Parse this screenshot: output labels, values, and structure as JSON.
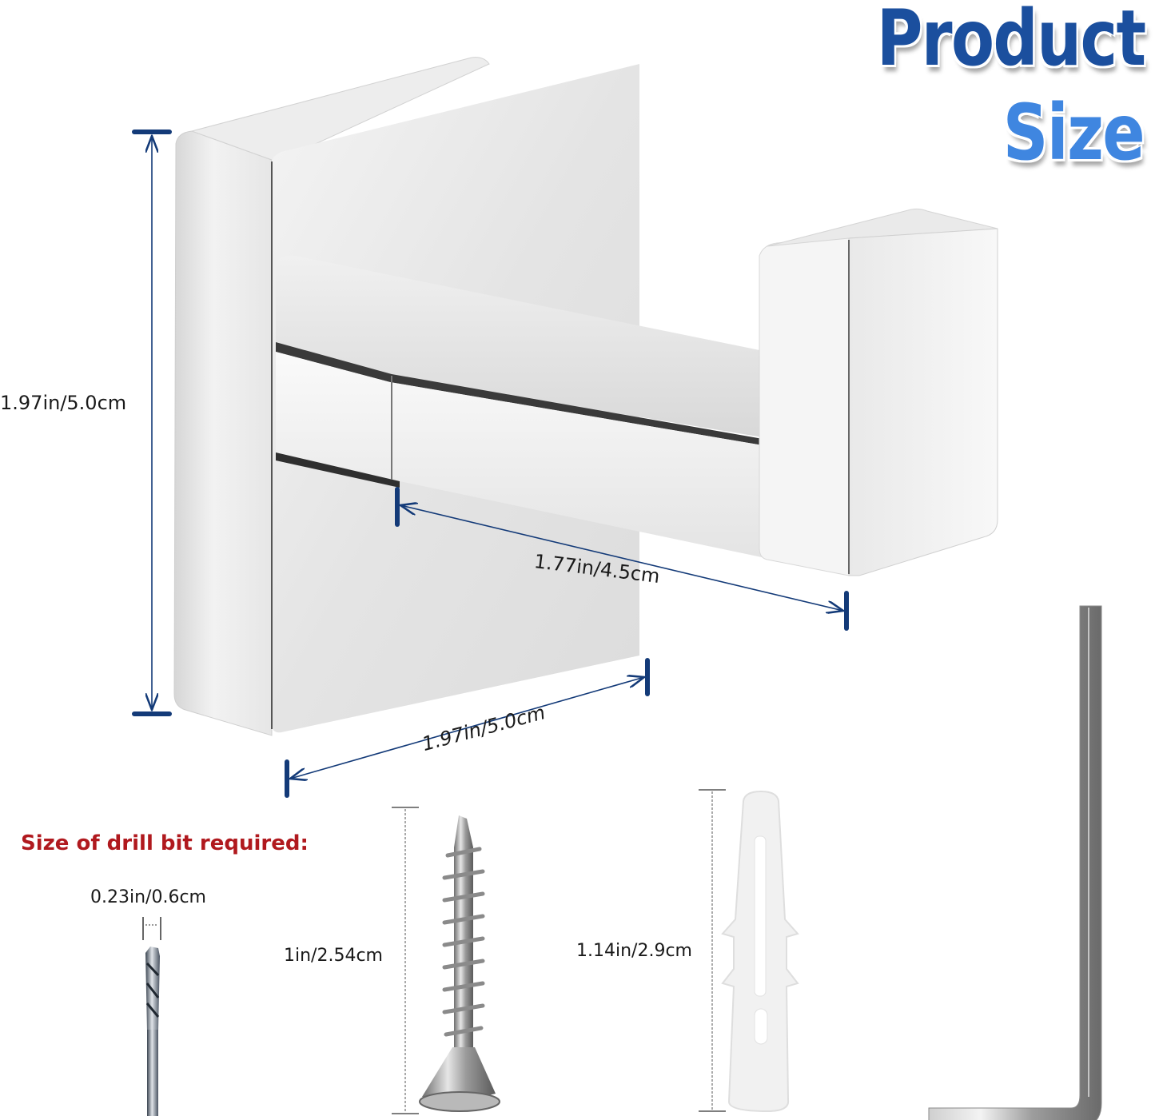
{
  "title": {
    "line1": "Product",
    "line2": "Size",
    "colors": {
      "line1": "#1b4f9e",
      "line2": "#3f86e0"
    }
  },
  "hook": {
    "name": "square wall hook",
    "finish": "polished chrome",
    "dimensions": {
      "height": "1.97in/5.0cm",
      "projection": "1.77in/4.5cm",
      "width": "1.97in/5.0cm"
    }
  },
  "accessories": {
    "drill_heading": "Size of drill bit required:",
    "drill_bit": {
      "label": "0.23in/0.6cm"
    },
    "screw": {
      "label": "1in/2.54cm"
    },
    "anchor": {
      "label": "1.14in/2.9cm"
    },
    "hex_key": {
      "label": ""
    }
  },
  "colors": {
    "dimension_line": "#133a78",
    "heading_red": "#b0191e",
    "text": "#1a1a1a"
  }
}
